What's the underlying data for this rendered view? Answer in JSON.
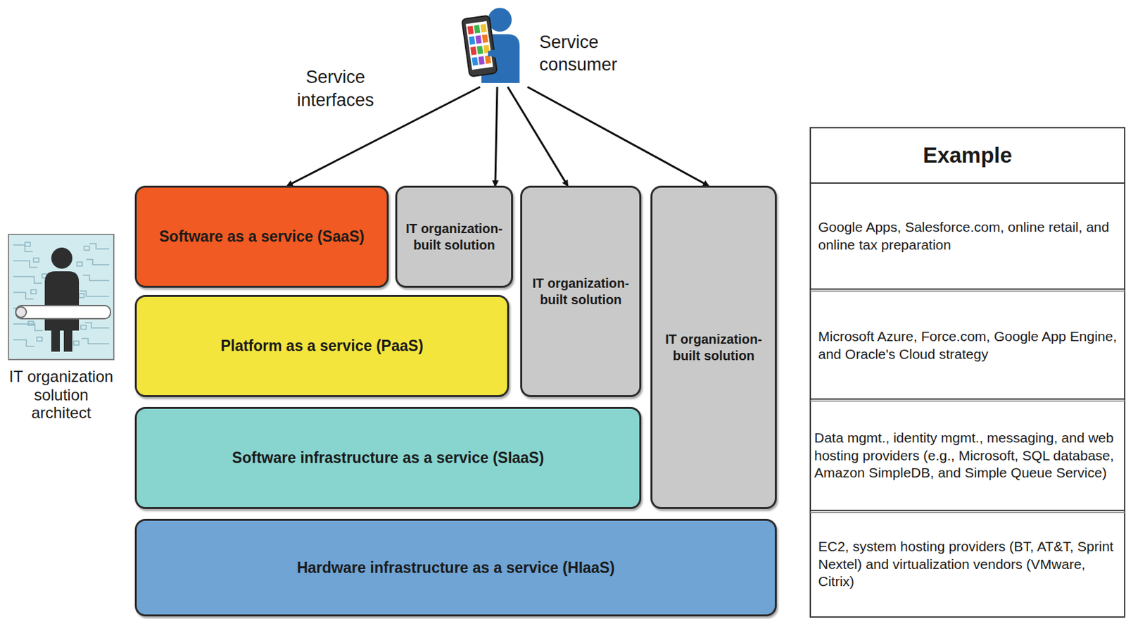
{
  "diagram": {
    "nodes": [
      {
        "text": [
          "Service consumer"
        ]
      },
      {
        "text": [
          "Software as a service (SaaS)"
        ]
      },
      {
        "text": [
          "IT organization-built solution"
        ]
      },
      {
        "text": [
          "IT organization-built solution"
        ]
      },
      {
        "text": [
          "IT organization-built solution"
        ]
      },
      {
        "text": [
          "Platform as a service (PaaS)"
        ]
      },
      {
        "text": [
          "Software infrastructure as a service (SIaaS)"
        ]
      },
      {
        "text": [
          "Hardware infrastructure as a service (HIaaS)"
        ]
      },
      {
        "text": [
          "IT organization solution architect"
        ]
      }
    ],
    "edges": [
      {
        "from": 0,
        "to": 1,
        "arrow": "to"
      },
      {
        "from": 0,
        "to": 2,
        "arrow": "to"
      },
      {
        "from": 0,
        "to": 3,
        "arrow": "to"
      },
      {
        "from": 0,
        "to": 4,
        "arrow": "to"
      }
    ],
    "labels": [
      "Service interfaces",
      "Example",
      "Google Apps, Salesforce.com, online retail, and online tax preparation",
      "Microsoft Azure, Force.com, Google App Engine, and Oracle's Cloud strategy",
      "Data mgmt., identity mgmt., messaging, and web hosting providers (e.g., Microsoft, SQL database, Amazon SimpleDB, and Simple Queue Service)",
      "EC2, system hosting providers (BT, AT&T, Sprint Nextel) and virtualization vendors (VMware, Citrix)"
    ]
  }
}
